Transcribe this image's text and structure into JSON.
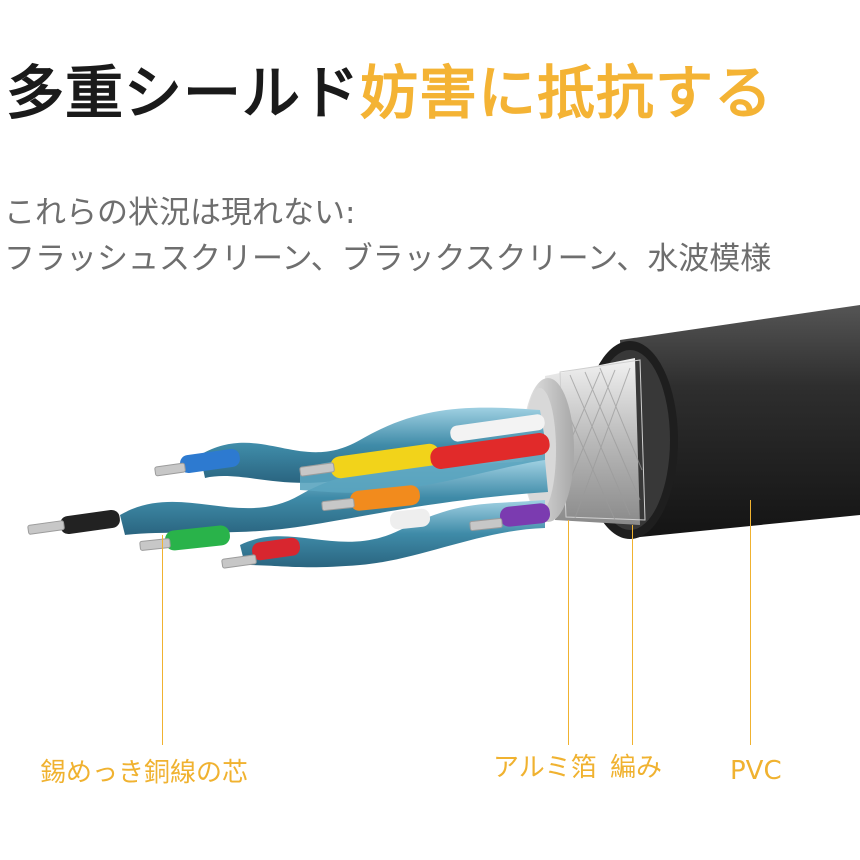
{
  "headline": {
    "dark": "多重シールド",
    "accent": "妨害に抵抗する"
  },
  "subtitle": {
    "line1": "これらの状況は現れない:",
    "line2": "フラッシュスクリーン、ブラックスクリーン、水波模様"
  },
  "labels": {
    "core": "錫めっき銅線の芯",
    "foil": "アルミ箔",
    "braid": "編み",
    "jacket": "PVC"
  },
  "colors": {
    "accent": "#f4b334",
    "label": "#f0b230",
    "jacket": "#2b2b2b",
    "shield": "#4a95b0"
  }
}
